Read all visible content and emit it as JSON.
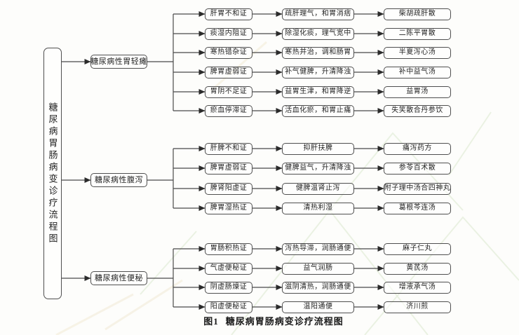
{
  "root": {
    "title": "糖尿病胃肠病变诊疗流程图"
  },
  "caption": {
    "label": "图1",
    "title": "糖尿病胃肠病变诊疗流程图"
  },
  "colors": {
    "line": "#4a4a4a",
    "border": "#4f4f4f",
    "text": "#232323",
    "watermark_green": "#dbe9cf",
    "watermark_cream": "#f3ecd9"
  },
  "groups": [
    {
      "label": "糖尿病性胃轻瘫",
      "rows": [
        {
          "syndrome": "肝胃不和证",
          "treatment": "疏肝理气，和胃消痞",
          "formula": "柴胡疏肝散"
        },
        {
          "syndrome": "痰湿内阻证",
          "treatment": "除湿化痰，理气宽中",
          "formula": "二陈平胃散"
        },
        {
          "syndrome": "寒热错杂证",
          "treatment": "寒热并治，调和肠胃",
          "formula": "半夏泻心汤"
        },
        {
          "syndrome": "脾胃虚弱证",
          "treatment": "补气健脾，升清降浊",
          "formula": "补中益气汤"
        },
        {
          "syndrome": "胃阴不足证",
          "treatment": "益胃生津，和胃降逆",
          "formula": "益胃汤"
        },
        {
          "syndrome": "瘀血停滞证",
          "treatment": "活血化瘀，和胃止痛",
          "formula": "失笑散合丹参饮"
        }
      ]
    },
    {
      "label": "糖尿病性腹泻",
      "rows": [
        {
          "syndrome": "肝脾不和证",
          "treatment": "抑肝扶脾",
          "formula": "痛泻药方"
        },
        {
          "syndrome": "脾胃虚弱证",
          "treatment": "健脾益气，升清降浊",
          "formula": "参苓百术散"
        },
        {
          "syndrome": "脾肾阳虚证",
          "treatment": "健脾温肾止泻",
          "formula": "附子理中汤合四神丸"
        },
        {
          "syndrome": "脾胃湿热证",
          "treatment": "清热利湿",
          "formula": "葛根芩连汤"
        }
      ]
    },
    {
      "label": "糖尿病性便秘",
      "rows": [
        {
          "syndrome": "胃肠积热证",
          "treatment": "泻热导滞，润肠通便",
          "formula": "麻子仁丸"
        },
        {
          "syndrome": "气虚便秘证",
          "treatment": "益气润肠",
          "formula": "黄芪汤"
        },
        {
          "syndrome": "阴虚肠燥证",
          "treatment": "滋阴清热，润肠通便",
          "formula": "增液承气汤"
        },
        {
          "syndrome": "阳虚便秘证",
          "treatment": "温阳通便",
          "formula": "济川煎"
        }
      ]
    }
  ]
}
